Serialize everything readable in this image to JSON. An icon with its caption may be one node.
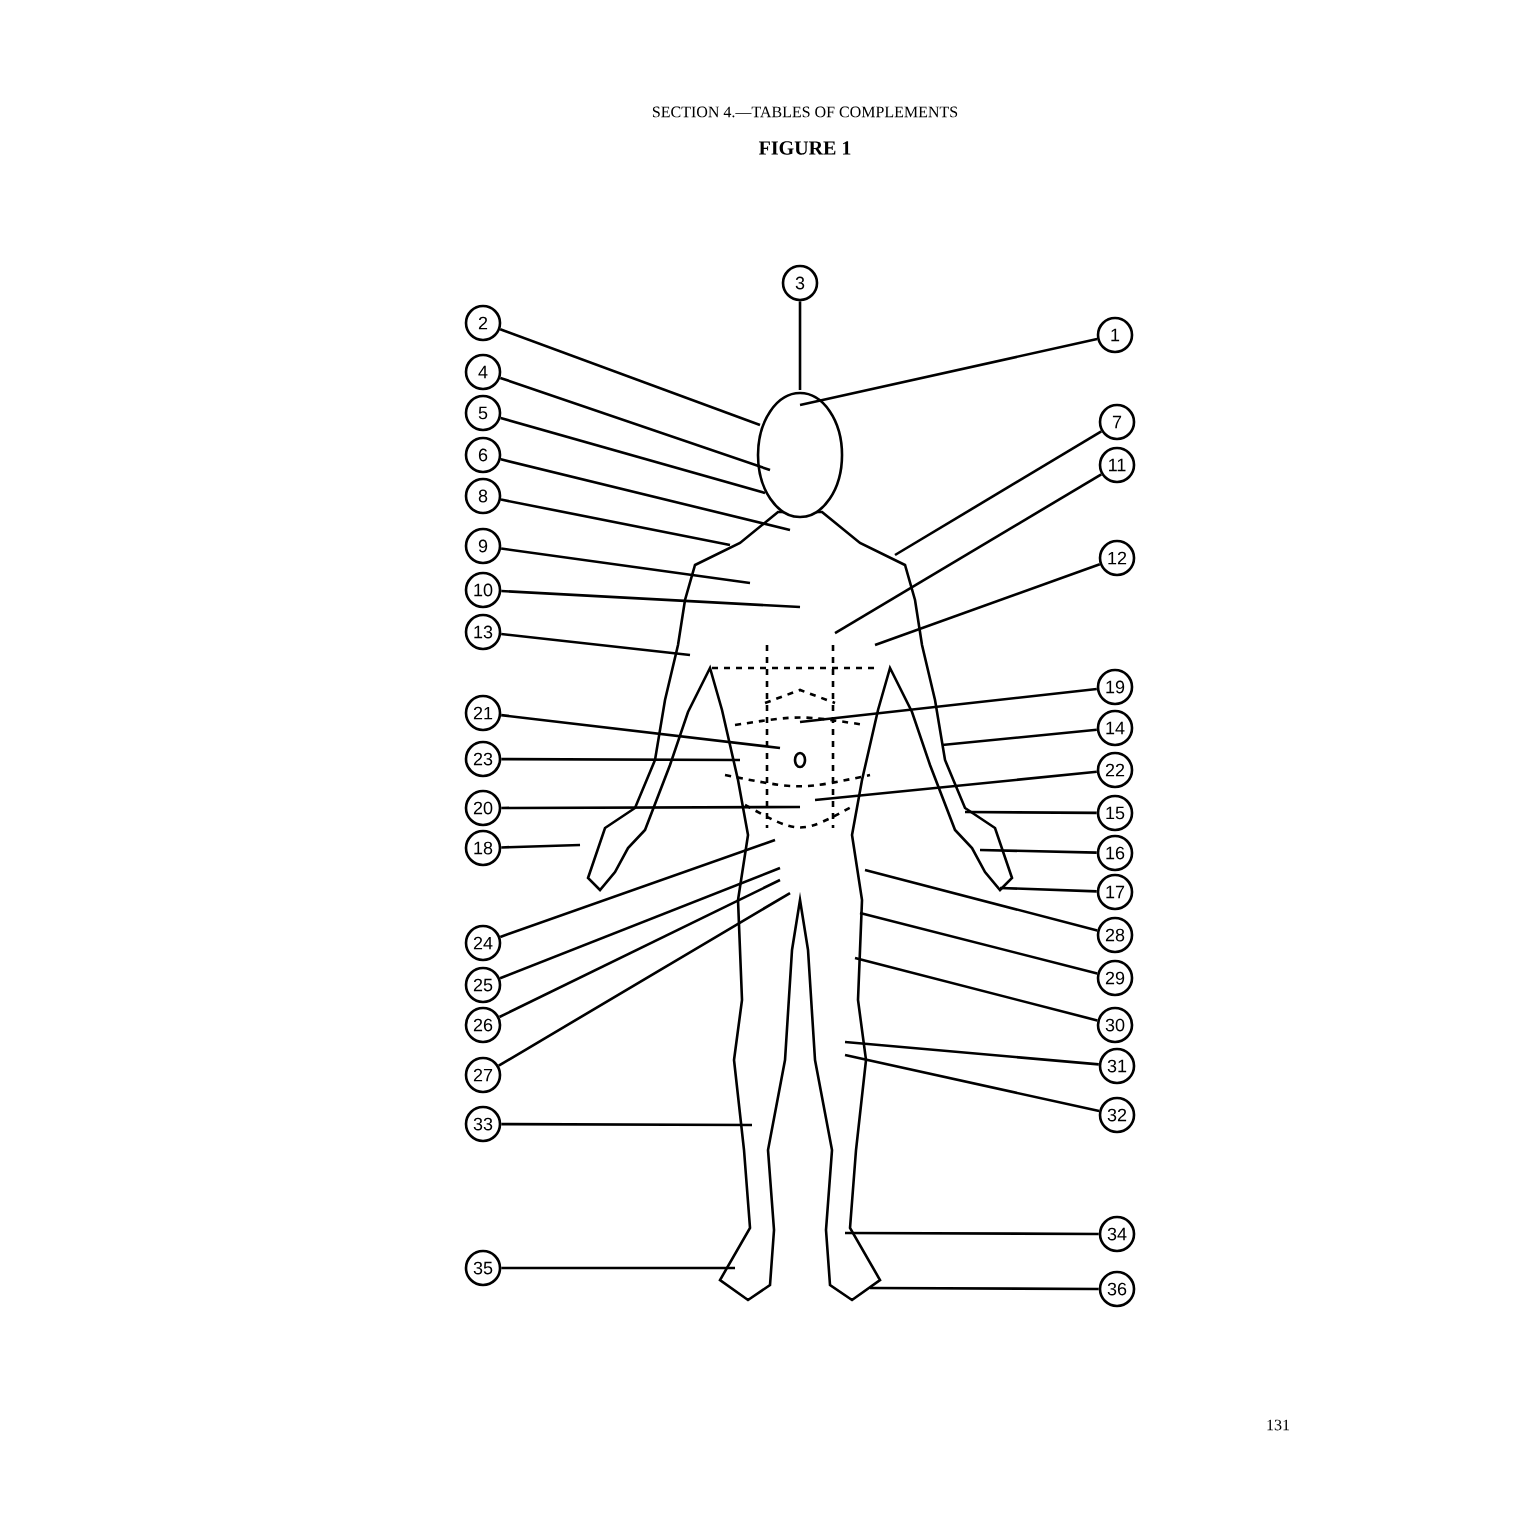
{
  "diagram": {
    "title": "FIGURE 1",
    "labels": [
      "SECTION 4.—TABLES OF COMPLEMENTS",
      "131"
    ],
    "nodes": [
      {
        "text": [
          "1"
        ]
      },
      {
        "text": [
          "2"
        ]
      },
      {
        "text": [
          "3"
        ]
      },
      {
        "text": [
          "4"
        ]
      },
      {
        "text": [
          "5"
        ]
      },
      {
        "text": [
          "6"
        ]
      },
      {
        "text": [
          "7"
        ]
      },
      {
        "text": [
          "8"
        ]
      },
      {
        "text": [
          "9"
        ]
      },
      {
        "text": [
          "10"
        ]
      },
      {
        "text": [
          "11"
        ]
      },
      {
        "text": [
          "12"
        ]
      },
      {
        "text": [
          "13"
        ]
      },
      {
        "text": [
          "14"
        ]
      },
      {
        "text": [
          "15"
        ]
      },
      {
        "text": [
          "16"
        ]
      },
      {
        "text": [
          "17"
        ]
      },
      {
        "text": [
          "18"
        ]
      },
      {
        "text": [
          "19"
        ]
      },
      {
        "text": [
          "20"
        ]
      },
      {
        "text": [
          "21"
        ]
      },
      {
        "text": [
          "22"
        ]
      },
      {
        "text": [
          "23"
        ]
      },
      {
        "text": [
          "24"
        ]
      },
      {
        "text": [
          "25"
        ]
      },
      {
        "text": [
          "26"
        ]
      },
      {
        "text": [
          "27"
        ]
      },
      {
        "text": [
          "28"
        ]
      },
      {
        "text": [
          "29"
        ]
      },
      {
        "text": [
          "30"
        ]
      },
      {
        "text": [
          "31"
        ]
      },
      {
        "text": [
          "32"
        ]
      },
      {
        "text": [
          "33"
        ]
      },
      {
        "text": [
          "34"
        ]
      },
      {
        "text": [
          "35"
        ]
      },
      {
        "text": [
          "36"
        ]
      }
    ],
    "edges": [
      {
        "from": 0,
        "to": null,
        "arrow": "none"
      },
      {
        "from": 1,
        "to": null,
        "arrow": "none"
      },
      {
        "from": 2,
        "to": null,
        "arrow": "none"
      },
      {
        "from": 3,
        "to": null,
        "arrow": "none"
      },
      {
        "from": 4,
        "to": null,
        "arrow": "none"
      },
      {
        "from": 5,
        "to": null,
        "arrow": "none"
      },
      {
        "from": 6,
        "to": null,
        "arrow": "none"
      },
      {
        "from": 7,
        "to": null,
        "arrow": "none"
      },
      {
        "from": 8,
        "to": null,
        "arrow": "none"
      },
      {
        "from": 9,
        "to": null,
        "arrow": "none"
      },
      {
        "from": 10,
        "to": null,
        "arrow": "none"
      },
      {
        "from": 11,
        "to": null,
        "arrow": "none"
      },
      {
        "from": 12,
        "to": null,
        "arrow": "none"
      },
      {
        "from": 13,
        "to": null,
        "arrow": "none"
      },
      {
        "from": 14,
        "to": null,
        "arrow": "none"
      },
      {
        "from": 15,
        "to": null,
        "arrow": "none"
      },
      {
        "from": 16,
        "to": null,
        "arrow": "none"
      },
      {
        "from": 17,
        "to": null,
        "arrow": "none"
      },
      {
        "from": 18,
        "to": null,
        "arrow": "none"
      },
      {
        "from": 19,
        "to": null,
        "arrow": "none"
      },
      {
        "from": 20,
        "to": null,
        "arrow": "none"
      },
      {
        "from": 21,
        "to": null,
        "arrow": "none"
      },
      {
        "from": 22,
        "to": null,
        "arrow": "none"
      },
      {
        "from": 23,
        "to": null,
        "arrow": "none"
      },
      {
        "from": 24,
        "to": null,
        "arrow": "none"
      },
      {
        "from": 25,
        "to": null,
        "arrow": "none"
      },
      {
        "from": 26,
        "to": null,
        "arrow": "none"
      },
      {
        "from": 27,
        "to": null,
        "arrow": "none"
      },
      {
        "from": 28,
        "to": null,
        "arrow": "none"
      },
      {
        "from": 29,
        "to": null,
        "arrow": "none"
      },
      {
        "from": 30,
        "to": null,
        "arrow": "none"
      },
      {
        "from": 31,
        "to": null,
        "arrow": "none"
      },
      {
        "from": 32,
        "to": null,
        "arrow": "none"
      },
      {
        "from": 33,
        "to": null,
        "arrow": "none"
      },
      {
        "from": 34,
        "to": null,
        "arrow": "none"
      },
      {
        "from": 35,
        "to": null,
        "arrow": "none"
      }
    ]
  }
}
